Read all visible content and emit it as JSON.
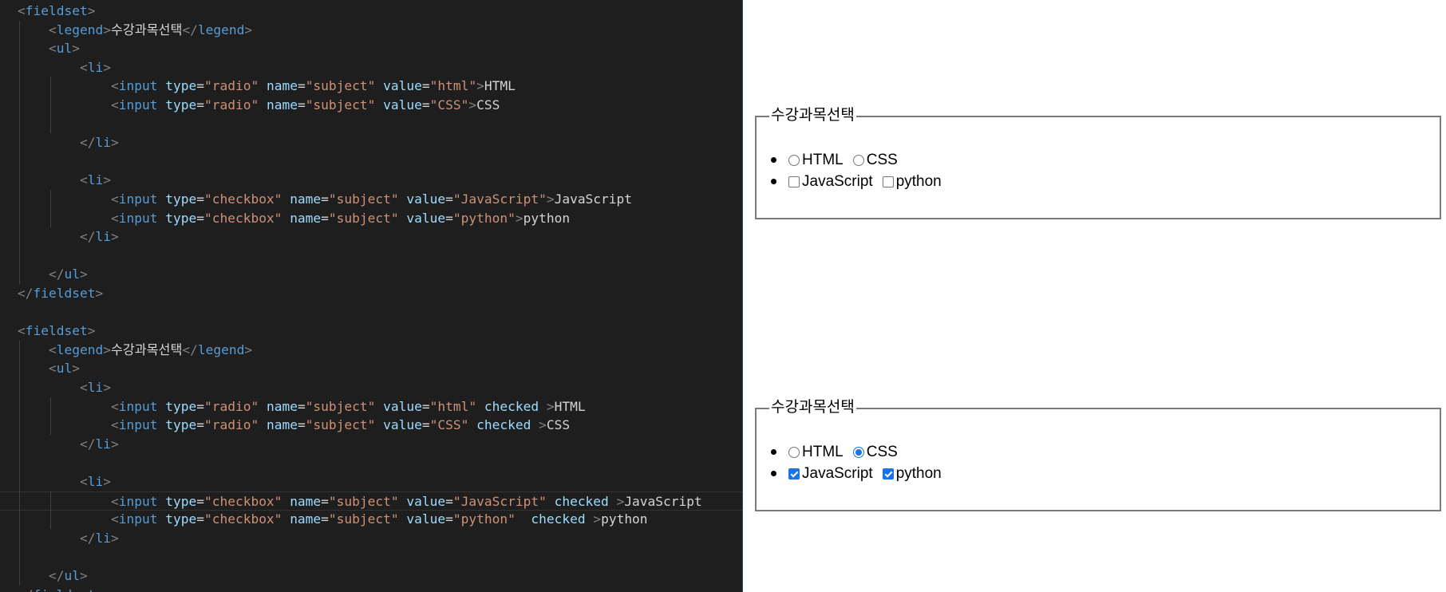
{
  "editor": {
    "lines": [
      [
        [
          "punc",
          "<"
        ],
        [
          "tag",
          "fieldset"
        ],
        [
          "punc",
          ">"
        ]
      ],
      [
        [
          "punc",
          "<"
        ],
        [
          "tag",
          "legend"
        ],
        [
          "punc",
          ">"
        ],
        [
          "txt",
          "수강과목선택"
        ],
        [
          "punc",
          "</"
        ],
        [
          "tag",
          "legend"
        ],
        [
          "punc",
          ">"
        ]
      ],
      [
        [
          "punc",
          "<"
        ],
        [
          "tag",
          "ul"
        ],
        [
          "punc",
          ">"
        ]
      ],
      [
        [
          "punc",
          "<"
        ],
        [
          "tag",
          "li"
        ],
        [
          "punc",
          ">"
        ]
      ],
      [
        [
          "punc",
          "<"
        ],
        [
          "tag",
          "input"
        ],
        [
          "txt",
          " "
        ],
        [
          "attr",
          "type"
        ],
        [
          "eq",
          "="
        ],
        [
          "str",
          "\"radio\""
        ],
        [
          "txt",
          " "
        ],
        [
          "attr",
          "name"
        ],
        [
          "eq",
          "="
        ],
        [
          "str",
          "\"subject\""
        ],
        [
          "txt",
          " "
        ],
        [
          "attr",
          "value"
        ],
        [
          "eq",
          "="
        ],
        [
          "str",
          "\"html\""
        ],
        [
          "punc",
          ">"
        ],
        [
          "txt",
          "HTML"
        ]
      ],
      [
        [
          "punc",
          "<"
        ],
        [
          "tag",
          "input"
        ],
        [
          "txt",
          " "
        ],
        [
          "attr",
          "type"
        ],
        [
          "eq",
          "="
        ],
        [
          "str",
          "\"radio\""
        ],
        [
          "txt",
          " "
        ],
        [
          "attr",
          "name"
        ],
        [
          "eq",
          "="
        ],
        [
          "str",
          "\"subject\""
        ],
        [
          "txt",
          " "
        ],
        [
          "attr",
          "value"
        ],
        [
          "eq",
          "="
        ],
        [
          "str",
          "\"CSS\""
        ],
        [
          "punc",
          ">"
        ],
        [
          "txt",
          "CSS"
        ]
      ],
      [],
      [
        [
          "punc",
          "</"
        ],
        [
          "tag",
          "li"
        ],
        [
          "punc",
          ">"
        ]
      ],
      [],
      [
        [
          "punc",
          "<"
        ],
        [
          "tag",
          "li"
        ],
        [
          "punc",
          ">"
        ]
      ],
      [
        [
          "punc",
          "<"
        ],
        [
          "tag",
          "input"
        ],
        [
          "txt",
          " "
        ],
        [
          "attr",
          "type"
        ],
        [
          "eq",
          "="
        ],
        [
          "str",
          "\"checkbox\""
        ],
        [
          "txt",
          " "
        ],
        [
          "attr",
          "name"
        ],
        [
          "eq",
          "="
        ],
        [
          "str",
          "\"subject\""
        ],
        [
          "txt",
          " "
        ],
        [
          "attr",
          "value"
        ],
        [
          "eq",
          "="
        ],
        [
          "str",
          "\"JavaScript\""
        ],
        [
          "punc",
          ">"
        ],
        [
          "txt",
          "JavaScript"
        ]
      ],
      [
        [
          "punc",
          "<"
        ],
        [
          "tag",
          "input"
        ],
        [
          "txt",
          " "
        ],
        [
          "attr",
          "type"
        ],
        [
          "eq",
          "="
        ],
        [
          "str",
          "\"checkbox\""
        ],
        [
          "txt",
          " "
        ],
        [
          "attr",
          "name"
        ],
        [
          "eq",
          "="
        ],
        [
          "str",
          "\"subject\""
        ],
        [
          "txt",
          " "
        ],
        [
          "attr",
          "value"
        ],
        [
          "eq",
          "="
        ],
        [
          "str",
          "\"python\""
        ],
        [
          "punc",
          ">"
        ],
        [
          "txt",
          "python"
        ]
      ],
      [
        [
          "punc",
          "</"
        ],
        [
          "tag",
          "li"
        ],
        [
          "punc",
          ">"
        ]
      ],
      [],
      [
        [
          "punc",
          "</"
        ],
        [
          "tag",
          "ul"
        ],
        [
          "punc",
          ">"
        ]
      ],
      [
        [
          "punc",
          "</"
        ],
        [
          "tag",
          "fieldset"
        ],
        [
          "punc",
          ">"
        ]
      ],
      [],
      [
        [
          "punc",
          "<"
        ],
        [
          "tag",
          "fieldset"
        ],
        [
          "punc",
          ">"
        ]
      ],
      [
        [
          "punc",
          "<"
        ],
        [
          "tag",
          "legend"
        ],
        [
          "punc",
          ">"
        ],
        [
          "txt",
          "수강과목선택"
        ],
        [
          "punc",
          "</"
        ],
        [
          "tag",
          "legend"
        ],
        [
          "punc",
          ">"
        ]
      ],
      [
        [
          "punc",
          "<"
        ],
        [
          "tag",
          "ul"
        ],
        [
          "punc",
          ">"
        ]
      ],
      [
        [
          "punc",
          "<"
        ],
        [
          "tag",
          "li"
        ],
        [
          "punc",
          ">"
        ]
      ],
      [
        [
          "punc",
          "<"
        ],
        [
          "tag",
          "input"
        ],
        [
          "txt",
          " "
        ],
        [
          "attr",
          "type"
        ],
        [
          "eq",
          "="
        ],
        [
          "str",
          "\"radio\""
        ],
        [
          "txt",
          " "
        ],
        [
          "attr",
          "name"
        ],
        [
          "eq",
          "="
        ],
        [
          "str",
          "\"subject\""
        ],
        [
          "txt",
          " "
        ],
        [
          "attr",
          "value"
        ],
        [
          "eq",
          "="
        ],
        [
          "str",
          "\"html\""
        ],
        [
          "txt",
          " "
        ],
        [
          "attr",
          "checked"
        ],
        [
          "txt",
          " "
        ],
        [
          "punc",
          ">"
        ],
        [
          "txt",
          "HTML"
        ]
      ],
      [
        [
          "punc",
          "<"
        ],
        [
          "tag",
          "input"
        ],
        [
          "txt",
          " "
        ],
        [
          "attr",
          "type"
        ],
        [
          "eq",
          "="
        ],
        [
          "str",
          "\"radio\""
        ],
        [
          "txt",
          " "
        ],
        [
          "attr",
          "name"
        ],
        [
          "eq",
          "="
        ],
        [
          "str",
          "\"subject\""
        ],
        [
          "txt",
          " "
        ],
        [
          "attr",
          "value"
        ],
        [
          "eq",
          "="
        ],
        [
          "str",
          "\"CSS\""
        ],
        [
          "txt",
          " "
        ],
        [
          "attr",
          "checked"
        ],
        [
          "txt",
          " "
        ],
        [
          "punc",
          ">"
        ],
        [
          "txt",
          "CSS"
        ]
      ],
      [
        [
          "punc",
          "</"
        ],
        [
          "tag",
          "li"
        ],
        [
          "punc",
          ">"
        ]
      ],
      [],
      [
        [
          "punc",
          "<"
        ],
        [
          "tag",
          "li"
        ],
        [
          "punc",
          ">"
        ]
      ],
      [
        [
          "punc",
          "<"
        ],
        [
          "tag",
          "input"
        ],
        [
          "txt",
          " "
        ],
        [
          "attr",
          "type"
        ],
        [
          "eq",
          "="
        ],
        [
          "str",
          "\"checkbox\""
        ],
        [
          "txt",
          " "
        ],
        [
          "attr",
          "name"
        ],
        [
          "eq",
          "="
        ],
        [
          "str",
          "\"subject\""
        ],
        [
          "txt",
          " "
        ],
        [
          "attr",
          "value"
        ],
        [
          "eq",
          "="
        ],
        [
          "str",
          "\"JavaScript\""
        ],
        [
          "txt",
          " "
        ],
        [
          "attr",
          "checked"
        ],
        [
          "txt",
          " "
        ],
        [
          "punc",
          ">"
        ],
        [
          "txt",
          "JavaScript"
        ]
      ],
      [
        [
          "punc",
          "<"
        ],
        [
          "tag",
          "input"
        ],
        [
          "txt",
          " "
        ],
        [
          "attr",
          "type"
        ],
        [
          "eq",
          "="
        ],
        [
          "str",
          "\"checkbox\""
        ],
        [
          "txt",
          " "
        ],
        [
          "attr",
          "name"
        ],
        [
          "eq",
          "="
        ],
        [
          "str",
          "\"subject\""
        ],
        [
          "txt",
          " "
        ],
        [
          "attr",
          "value"
        ],
        [
          "eq",
          "="
        ],
        [
          "str",
          "\"python\""
        ],
        [
          "txt",
          "  "
        ],
        [
          "attr",
          "checked"
        ],
        [
          "txt",
          " "
        ],
        [
          "punc",
          ">"
        ],
        [
          "txt",
          "python"
        ]
      ],
      [
        [
          "punc",
          "</"
        ],
        [
          "tag",
          "li"
        ],
        [
          "punc",
          ">"
        ]
      ],
      [],
      [
        [
          "punc",
          "</"
        ],
        [
          "tag",
          "ul"
        ],
        [
          "punc",
          ">"
        ]
      ],
      [
        [
          "punc",
          "</"
        ],
        [
          "tag",
          "fieldset"
        ],
        [
          "punc",
          ">"
        ]
      ]
    ]
  },
  "preview": {
    "fieldsets": [
      {
        "legend": "수강과목선택",
        "items": [
          [
            {
              "type": "radio",
              "label": "HTML",
              "checked": false
            },
            {
              "type": "radio",
              "label": "CSS",
              "checked": false
            }
          ],
          [
            {
              "type": "checkbox",
              "label": "JavaScript",
              "checked": false
            },
            {
              "type": "checkbox",
              "label": "python",
              "checked": false
            }
          ]
        ]
      },
      {
        "legend": "수강과목선택",
        "items": [
          [
            {
              "type": "radio",
              "label": "HTML",
              "checked": false
            },
            {
              "type": "radio",
              "label": "CSS",
              "checked": true
            }
          ],
          [
            {
              "type": "checkbox",
              "label": "JavaScript",
              "checked": true
            },
            {
              "type": "checkbox",
              "label": "python",
              "checked": true
            }
          ]
        ]
      }
    ]
  }
}
